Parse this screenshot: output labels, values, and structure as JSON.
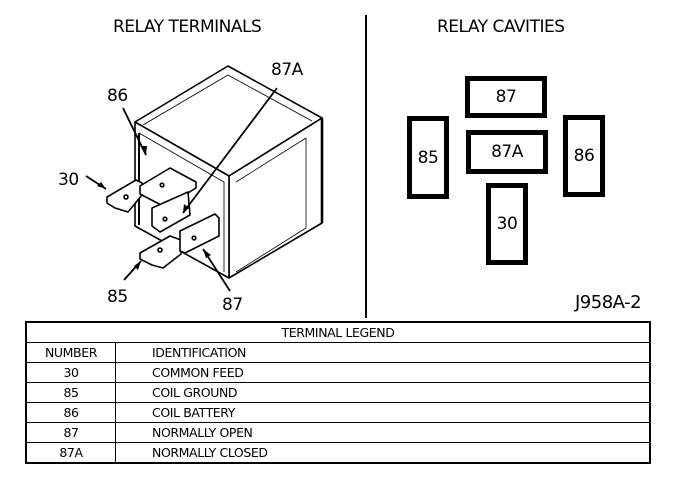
{
  "left_panel": {
    "title": "RELAY TERMINALS",
    "callouts": [
      "86",
      "87A",
      "30",
      "85",
      "87"
    ]
  },
  "right_panel": {
    "title": "RELAY CAVITIES",
    "cavities": [
      "87",
      "87A",
      "85",
      "86",
      "30"
    ],
    "figure_id": "J958A-2"
  },
  "legend": {
    "title": "TERMINAL LEGEND",
    "headers": [
      "NUMBER",
      "IDENTIFICATION"
    ],
    "rows": [
      {
        "number": "30",
        "identification": "COMMON FEED"
      },
      {
        "number": "85",
        "identification": "COIL GROUND"
      },
      {
        "number": "86",
        "identification": "COIL BATTERY"
      },
      {
        "number": "87",
        "identification": "NORMALLY OPEN"
      },
      {
        "number": "87A",
        "identification": "NORMALLY CLOSED"
      }
    ]
  }
}
